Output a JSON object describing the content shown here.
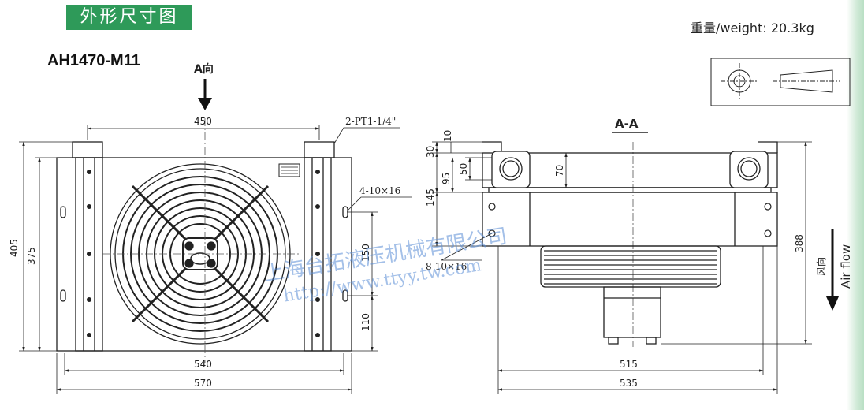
{
  "header": {
    "title": "外形尺寸图",
    "weight": "重量/weight: 20.3kg",
    "model": "AH1470-M11"
  },
  "front_view": {
    "direction_label": "A向",
    "port_label": "2-PT1-1/4\"",
    "hole_label": "4-10×16",
    "dims": {
      "top_width": "450",
      "bottom_inner": "540",
      "bottom_outer": "570",
      "height_outer": "405",
      "height_inner": "375",
      "hole_spacing": "150",
      "hole_bottom": "110"
    }
  },
  "section_view": {
    "title": "A-A",
    "hole_label": "8-10×16",
    "air_flow_cn": "风向",
    "air_flow_en": "Air flow",
    "dims": {
      "d10": "10",
      "d30": "30",
      "d50": "50",
      "d70": "70",
      "d95": "95",
      "d145": "145",
      "d388": "388",
      "w515": "515",
      "w535": "535"
    }
  },
  "watermark": {
    "company": "上海台拓液压机械有限公司",
    "url": "http://www.ttyy.tw.com"
  },
  "colors": {
    "badge": "#2e9a59",
    "watermark": "#5a8ed6",
    "line": "#222222"
  }
}
